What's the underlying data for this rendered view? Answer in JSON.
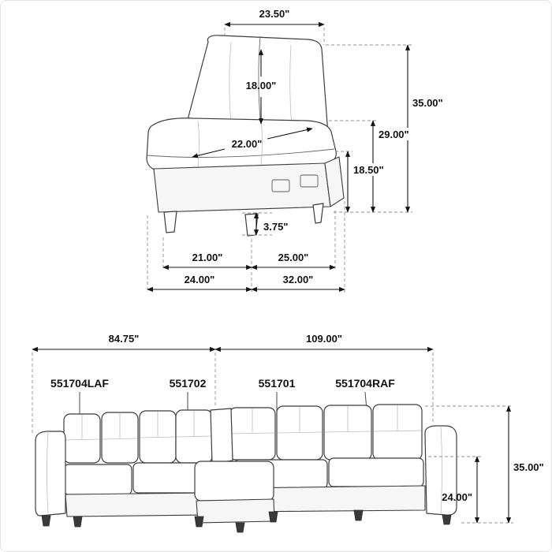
{
  "unit_diagram": {
    "dims": {
      "top_width": "23.50\"",
      "back_height": "18.00\"",
      "seat_depth": "22.00\"",
      "overall_height": "35.00\"",
      "back_floor_height": "29.00\"",
      "seat_height": "18.50\"",
      "leg_height": "3.75\"",
      "seat_width": "21.00\"",
      "inner_depth": "25.00\"",
      "base_width": "24.00\"",
      "overall_depth": "32.00\""
    }
  },
  "sectional_diagram": {
    "dims": {
      "left_width": "84.75\"",
      "right_width": "109.00\"",
      "overall_height": "35.00\"",
      "seat_height": "24.00\""
    },
    "parts": [
      {
        "label": "551704LAF"
      },
      {
        "label": "551702"
      },
      {
        "label": "551701"
      },
      {
        "label": "551704RAF"
      }
    ]
  }
}
